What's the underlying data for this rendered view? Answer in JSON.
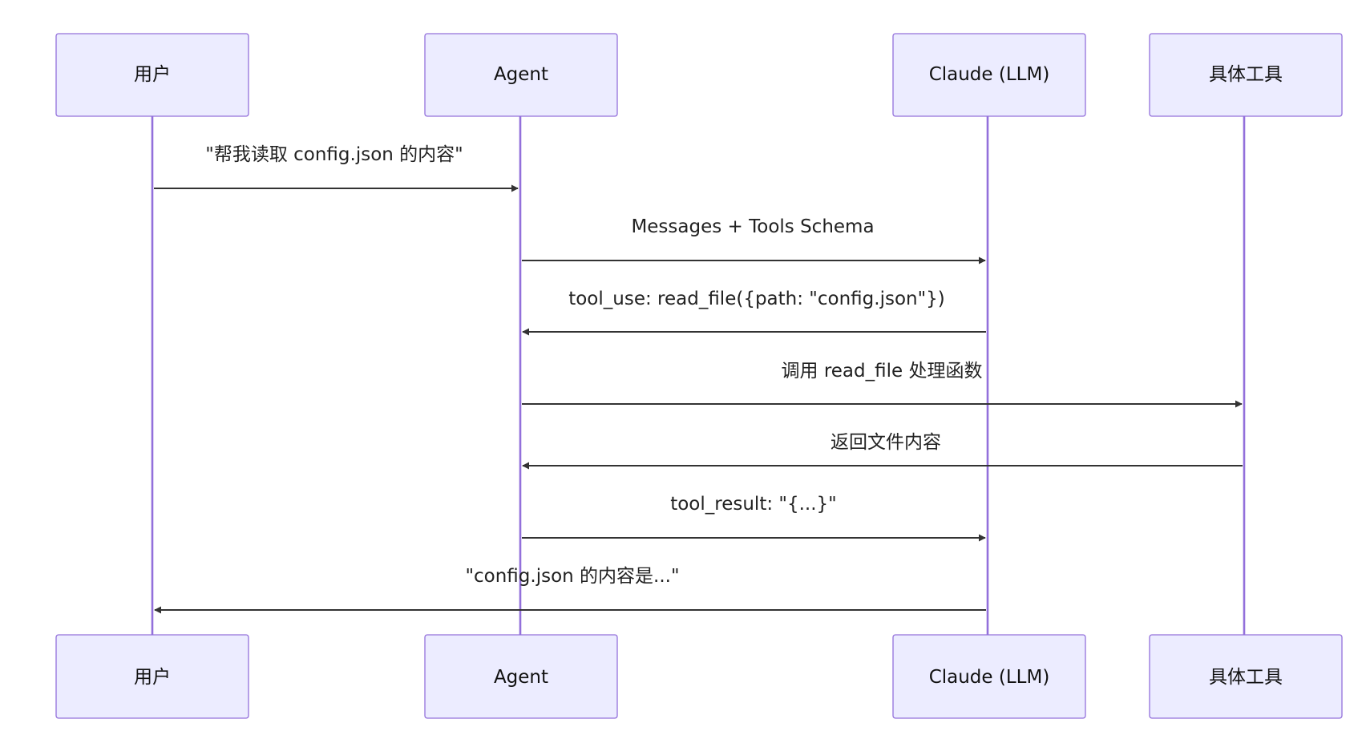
{
  "actors": [
    {
      "id": "user",
      "label": "用户"
    },
    {
      "id": "agent",
      "label": "Agent"
    },
    {
      "id": "claude",
      "label": "Claude (LLM)"
    },
    {
      "id": "tool",
      "label": "具体工具"
    }
  ],
  "messages": [
    {
      "from": "user",
      "to": "agent",
      "label": "\"帮我读取 config.json 的内容\""
    },
    {
      "from": "agent",
      "to": "claude",
      "label": "Messages + Tools Schema"
    },
    {
      "from": "claude",
      "to": "agent",
      "label": "tool_use: read_file({path: \"config.json\"})"
    },
    {
      "from": "agent",
      "to": "tool",
      "label": "调用 read_file 处理函数"
    },
    {
      "from": "tool",
      "to": "agent",
      "label": "返回文件内容"
    },
    {
      "from": "agent",
      "to": "claude",
      "label": "tool_result: \"{...}\""
    },
    {
      "from": "claude",
      "to": "user",
      "label": "\"config.json 的内容是...\""
    }
  ],
  "colors": {
    "actor_fill": "#ececff",
    "actor_border": "#9370db",
    "lifeline": "#9370db",
    "message_line": "#333333",
    "text": "#222222"
  }
}
